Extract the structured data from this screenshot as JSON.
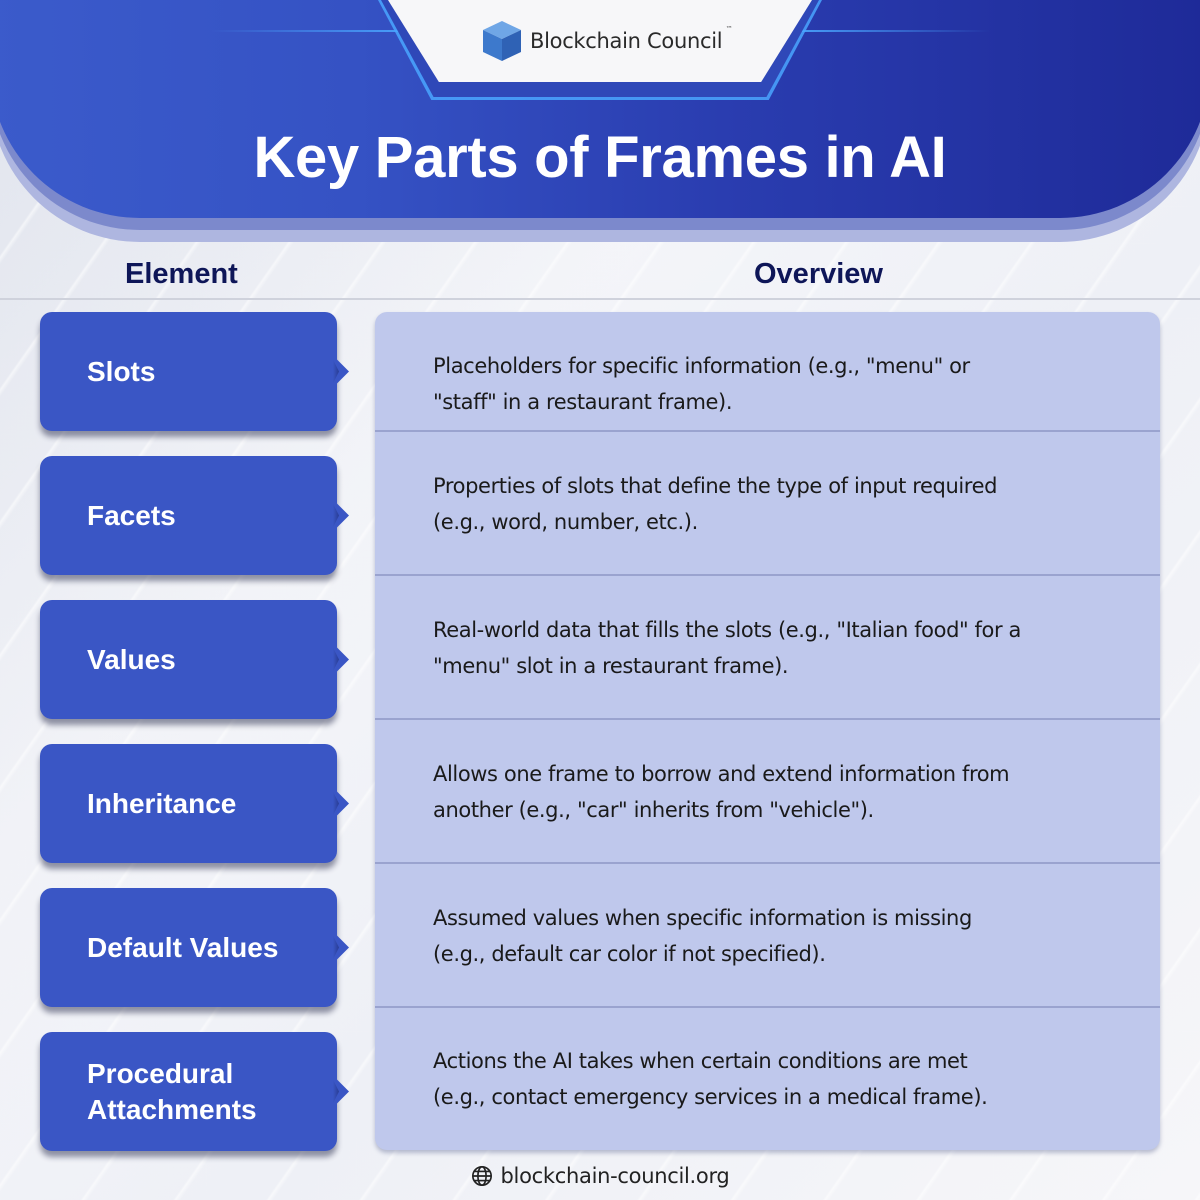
{
  "brand": {
    "name": "Blockchain Council",
    "trademark": "™",
    "logo_icon": "blue-cube-icon"
  },
  "title": "Key Parts of Frames in AI",
  "columns": {
    "element": "Element",
    "overview": "Overview"
  },
  "rows": [
    {
      "element": "Slots",
      "overview": "Placeholders for specific information (e.g., \"menu\" or\n\"staff\" in a restaurant frame)."
    },
    {
      "element": "Facets",
      "overview": "Properties of slots that define the type of input required\n(e.g., word, number, etc.)."
    },
    {
      "element": "Values",
      "overview": "Real-world data that fills the slots (e.g., \"Italian food\" for a\n\"menu\" slot in a restaurant frame)."
    },
    {
      "element": "Inheritance",
      "overview": "Allows one frame to borrow and extend information from\nanother (e.g., \"car\" inherits from \"vehicle\")."
    },
    {
      "element": "Default Values",
      "overview": "Assumed values when specific information is missing\n(e.g., default car color if not specified)."
    },
    {
      "element": "Procedural\nAttachments",
      "overview": "Actions the AI takes when certain conditions are met\n(e.g., contact emergency services in a medical frame)."
    }
  ],
  "footer": {
    "icon": "globe-icon",
    "website": "blockchain-council.org"
  },
  "colors": {
    "header_blue": "#3552c4",
    "header_dark": "#1e2a98",
    "card_blue": "#3a56c5",
    "panel_lavender": "#bfc8ec",
    "heading_navy": "#0e1658",
    "accent_line": "#4aa6ff"
  }
}
